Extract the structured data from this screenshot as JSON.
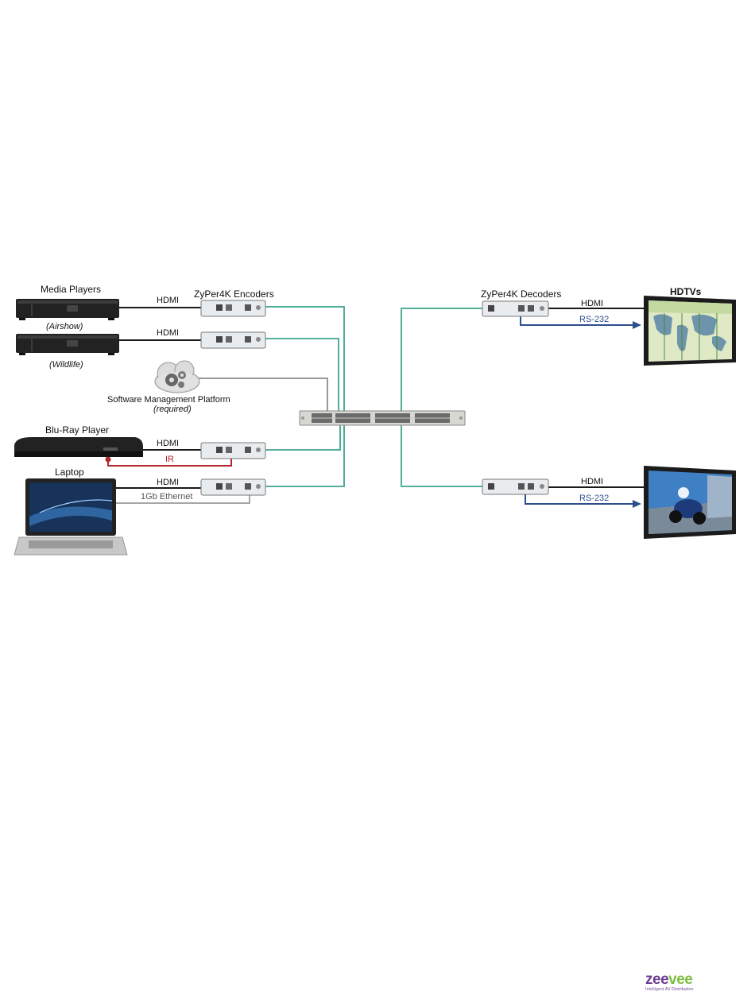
{
  "labels": {
    "media_players": "Media Players",
    "airshow": "(Airshow)",
    "wildlife": "(Wildlife)",
    "software_platform": "Software Management Platform",
    "required": "(required)",
    "bluray": "Blu-Ray Player",
    "laptop": "Laptop",
    "encoders": "ZyPer4K Encoders",
    "decoders": "ZyPer4K Decoders",
    "hdtvs": "HDTVs",
    "hdmi": "HDMI",
    "ir": "IR",
    "ethernet": "1Gb Ethernet",
    "rs232": "RS-232"
  },
  "logo": {
    "word_a": "zee",
    "word_b": "vee",
    "tagline": "Intelligent AV Distribution"
  },
  "colors": {
    "network_line": "#3aa58a",
    "hdmi_line": "#1a1a1a",
    "ir_line": "#b3262e",
    "rs232_line": "#2d4f8e",
    "ethernet_line": "#888888",
    "device_body": "#2a2a2a",
    "unit_body": "#e9ecef"
  }
}
